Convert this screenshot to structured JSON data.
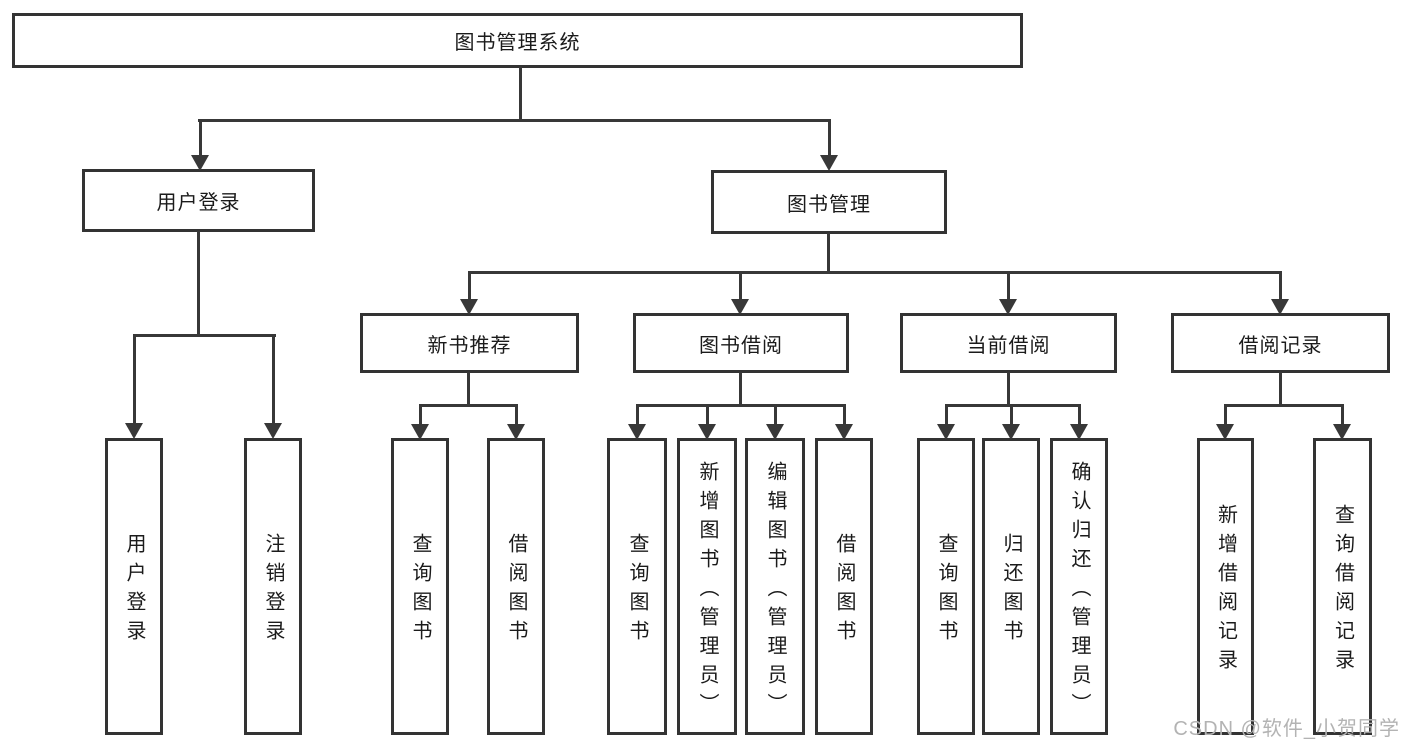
{
  "diagram": {
    "title": "图书管理系统",
    "level2": {
      "user_login": "用户登录",
      "book_mgmt": "图书管理"
    },
    "level3": {
      "new_books": "新书推荐",
      "book_borrow": "图书借阅",
      "current_borrow": "当前借阅",
      "borrow_records": "借阅记录"
    },
    "leaves": {
      "user_login": [
        "用户登录",
        "注销登录"
      ],
      "new_books": [
        "查询图书",
        "借阅图书"
      ],
      "book_borrow": [
        "查询图书",
        "新增图书（管理员）",
        "编辑图书（管理员）",
        "借阅图书"
      ],
      "current_borrow": [
        "查询图书",
        "归还图书",
        "确认归还（管理员）"
      ],
      "borrow_records": [
        "新增借阅记录",
        "查询借阅记录"
      ]
    }
  },
  "watermark": "CSDN @软件_小贺同学",
  "colors": {
    "line": "#383838",
    "box_border": "#333333",
    "text": "#1b1b1b",
    "background": "#ffffff",
    "watermark": "#b3b3b3"
  }
}
